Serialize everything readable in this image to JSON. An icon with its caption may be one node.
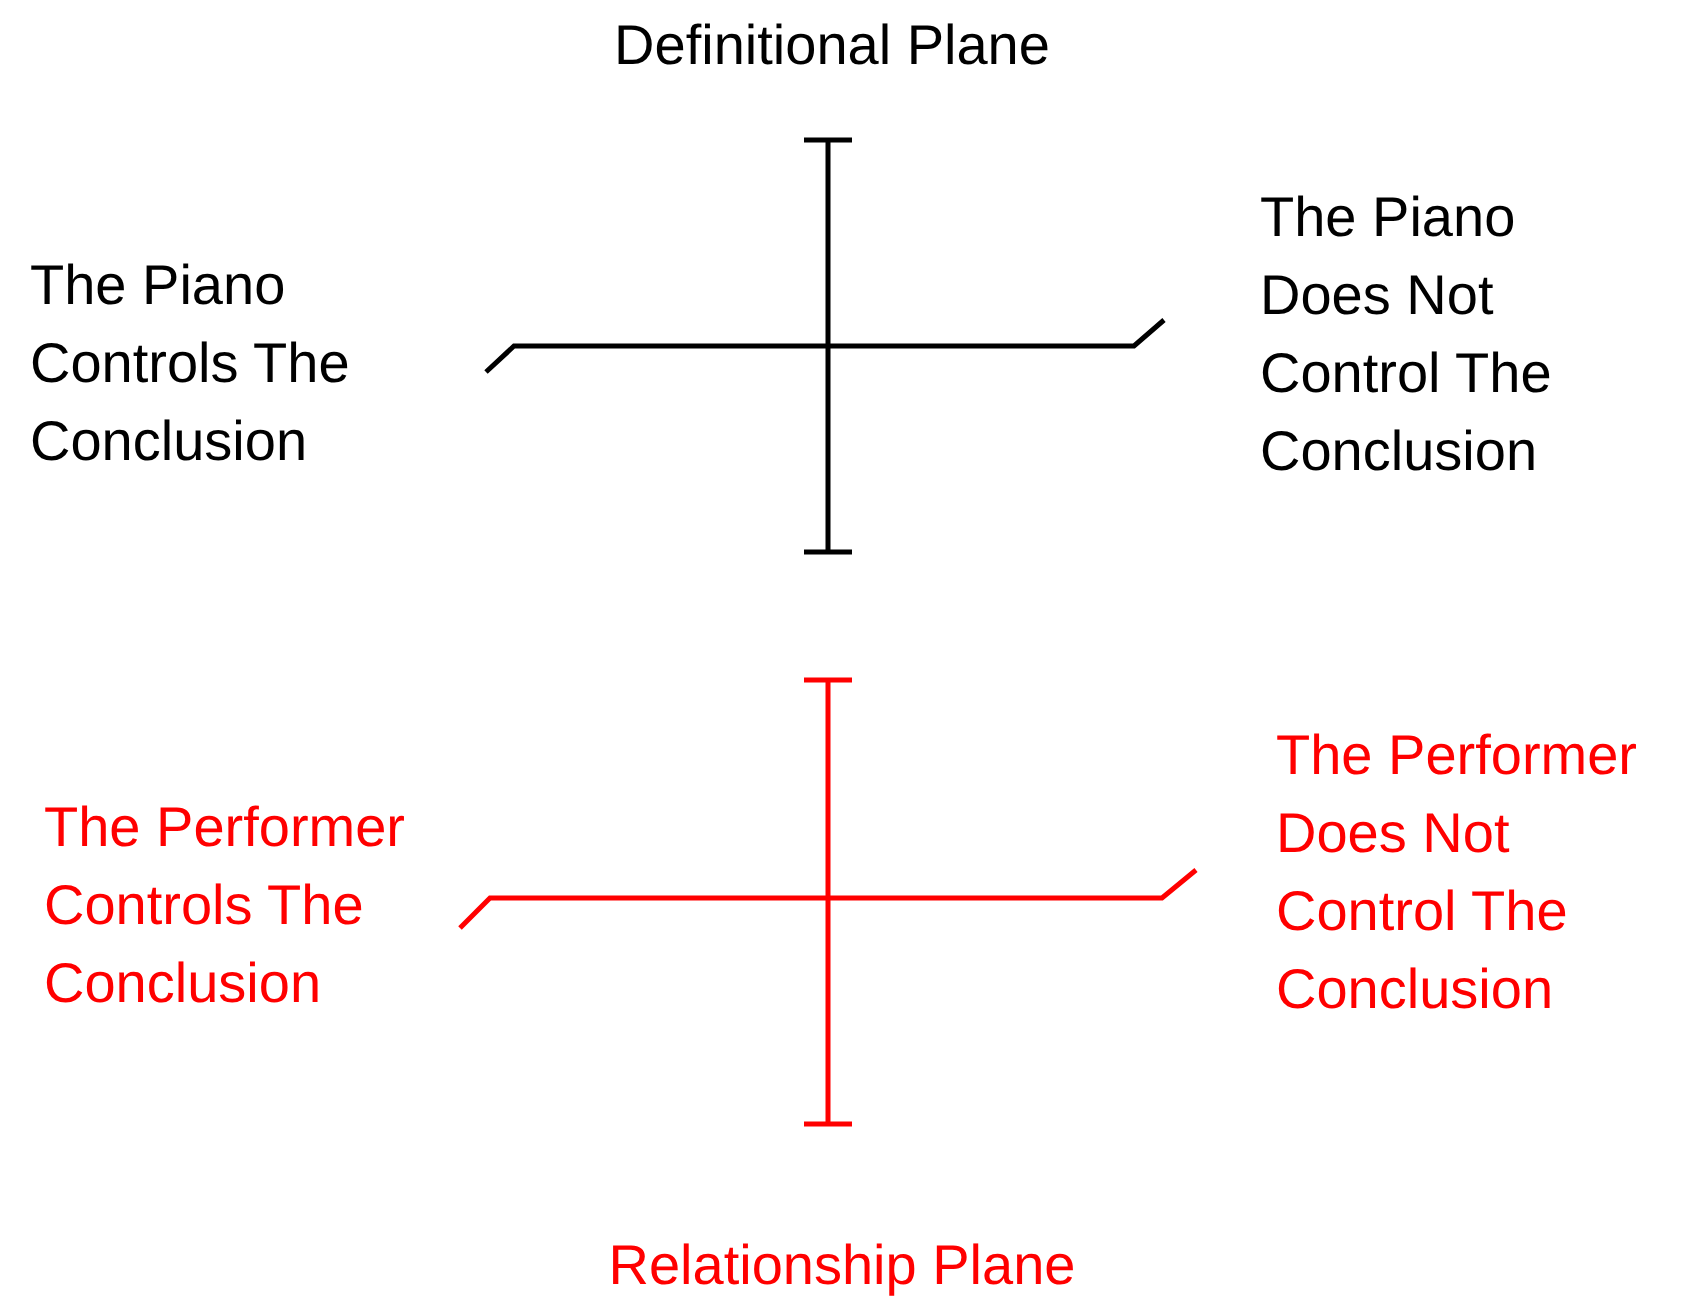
{
  "diagram": {
    "nodes": [
      {
        "text": [
          "The Piano Controls The Conclusion"
        ]
      },
      {
        "text": [
          "The Piano Does Not Control The Conclusion"
        ]
      },
      {
        "text": [
          "The Performer Controls The Conclusion"
        ]
      },
      {
        "text": [
          "The Performer Does Not Control The Conclusion"
        ]
      }
    ],
    "edges": [
      {
        "from": 0,
        "to": 1,
        "arrow": "none"
      },
      {
        "from": 2,
        "to": 3,
        "arrow": "none",
        "color": "#ff0000"
      }
    ],
    "labels": [
      "Definitional Plane",
      "Relationship Plane"
    ]
  }
}
